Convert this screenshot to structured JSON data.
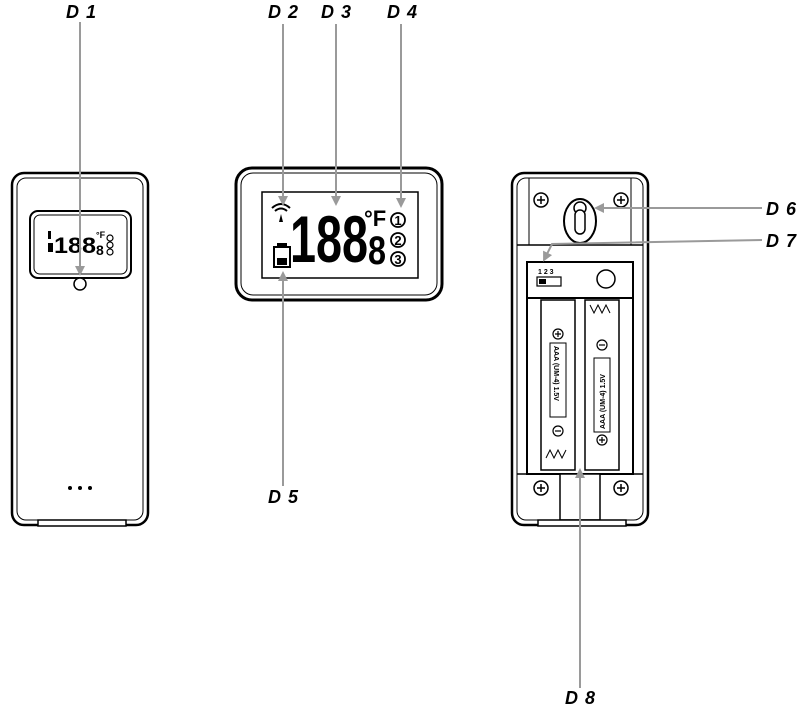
{
  "callouts": {
    "d1": "D 1",
    "d2": "D 2",
    "d3": "D 3",
    "d4": "D 4",
    "d5": "D 5",
    "d6": "D 6",
    "d7": "D 7",
    "d8": "D 8"
  },
  "display": {
    "digits": "188",
    "decimal": "8",
    "unit": "°F",
    "ch1": "1",
    "ch2": "2",
    "ch3": "3"
  },
  "front_small": {
    "digits": "188",
    "decimal": "8",
    "unit": "°F"
  },
  "back": {
    "switch_numbers": "1 2 3",
    "battery_left": "AAA (UM-4) 1.5V",
    "battery_right": "AAA (UM-4) 1.5V"
  }
}
